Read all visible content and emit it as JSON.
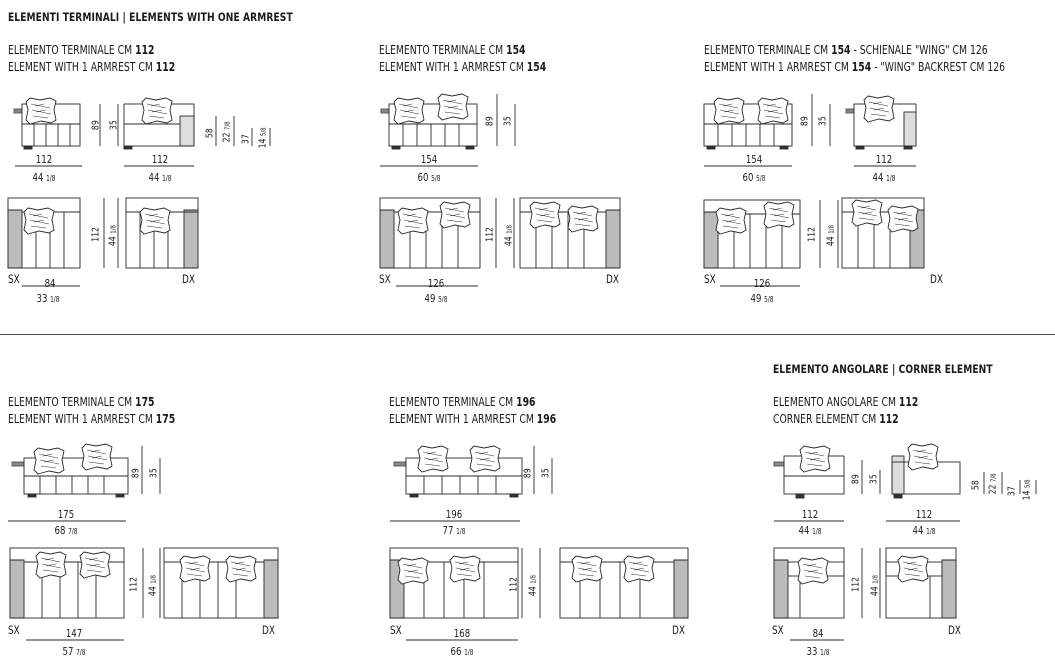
{
  "headers": {
    "terminal": "ELEMENTI TERMINALI | ELEMENTS WITH ONE ARMREST",
    "corner": "ELEMENTO ANGOLARE | CORNER ELEMENT"
  },
  "blocks": [
    {
      "it_pre": "ELEMENTO TERMINALE CM ",
      "it_num": "112",
      "it_post": "",
      "en_pre": "ELEMENT WITH 1 ARMREST CM ",
      "en_num": "112",
      "en_post": ""
    },
    {
      "it_pre": "ELEMENTO TERMINALE CM ",
      "it_num": "154",
      "it_post": "",
      "en_pre": "ELEMENT WITH 1 ARMREST CM ",
      "en_num": "154",
      "en_post": ""
    },
    {
      "it_pre": "ELEMENTO TERMINALE CM ",
      "it_num": "154",
      "it_post": " - SCHIENALE \"WING\" CM 126",
      "en_pre": "ELEMENT WITH 1 ARMREST CM ",
      "en_num": "154",
      "en_post": " - \"WING\" BACKREST  CM 126"
    },
    {
      "it_pre": "ELEMENTO TERMINALE CM ",
      "it_num": "175",
      "it_post": "",
      "en_pre": "ELEMENT WITH 1 ARMREST CM ",
      "en_num": "175",
      "en_post": ""
    },
    {
      "it_pre": "ELEMENTO TERMINALE CM ",
      "it_num": "196",
      "it_post": "",
      "en_pre": "ELEMENT WITH 1 ARMREST CM ",
      "en_num": "196",
      "en_post": ""
    },
    {
      "it_pre": "ELEMENTO ANGOLARE CM ",
      "it_num": "112",
      "it_post": "",
      "en_pre": "CORNER ELEMENT CM ",
      "en_num": "112",
      "en_post": ""
    }
  ],
  "dims": {
    "b1": {
      "w1": "112",
      "in1": "44",
      "fr1": "1/8",
      "w2": "112",
      "in2": "44",
      "fr2": "1/8",
      "h": "89",
      "hi": "35",
      "s1": "58",
      "s1i": "22",
      "s1f": "7/8",
      "s2": "37",
      "s2i": "14",
      "s2f": "5/8",
      "d": "112",
      "di": "44",
      "df": "1/8",
      "pw": "84",
      "pin": "33",
      "pfr": "1/8"
    },
    "b2": {
      "w": "154",
      "in": "60",
      "fr": "5/8",
      "h": "89",
      "hi": "35",
      "d": "112",
      "di": "44",
      "df": "1/8",
      "pw": "126",
      "pin": "49",
      "pfr": "5/8"
    },
    "b3": {
      "w1": "154",
      "in1": "60",
      "fr1": "5/8",
      "w2": "112",
      "in2": "44",
      "fr2": "1/8",
      "h": "89",
      "hi": "35",
      "d": "112",
      "di": "44",
      "df": "1/8",
      "pw": "126",
      "pin": "49",
      "pfr": "5/8"
    },
    "b4": {
      "w": "175",
      "in": "68",
      "fr": "7/8",
      "h": "89",
      "hi": "35",
      "d": "112",
      "di": "44",
      "df": "1/8",
      "pw": "147",
      "pin": "57",
      "pfr": "7/8"
    },
    "b5": {
      "w": "196",
      "in": "77",
      "fr": "1/8",
      "h": "89",
      "hi": "35",
      "d": "112",
      "di": "44",
      "df": "1/8",
      "pw": "168",
      "pin": "66",
      "pfr": "1/8"
    },
    "b6": {
      "w1": "112",
      "in1": "44",
      "fr1": "1/8",
      "w2": "112",
      "in2": "44",
      "fr2": "1/8",
      "h": "89",
      "hi": "35",
      "s1": "58",
      "s1i": "22",
      "s1f": "7/8",
      "s2": "37",
      "s2i": "14",
      "s2f": "5/8",
      "d": "112",
      "di": "44",
      "df": "1/8",
      "pw": "84",
      "pin": "33",
      "pfr": "1/8"
    }
  },
  "sides": {
    "left": "SX",
    "right": "DX"
  }
}
